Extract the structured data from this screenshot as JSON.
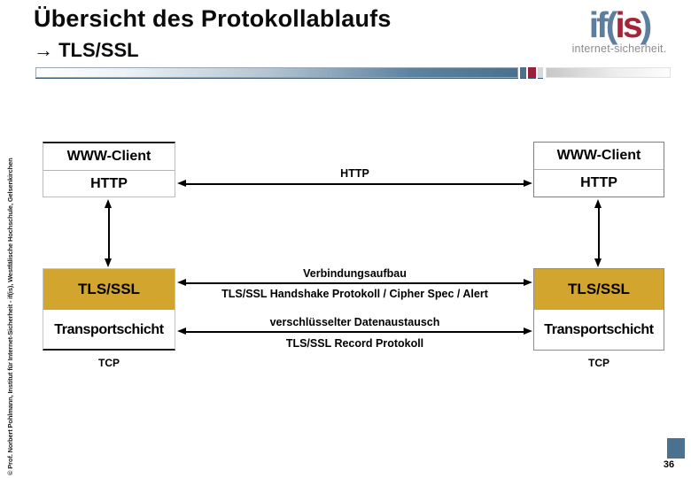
{
  "header": {
    "title_line1": "Übersicht des Protokollablaufs",
    "title_line2": "→ TLS/SSL"
  },
  "logo": {
    "text_if": "if(",
    "text_is": "is",
    "text_paren": ")",
    "subtitle": "internet-sicherheit."
  },
  "sidebar": {
    "copyright": "© Prof. Norbert Pohlmann, Institut für Internet-Sicherheit - if(is), Westfälische Hochschule, Gelsenkirchen"
  },
  "diagram": {
    "left_stack": {
      "app": "WWW-Client",
      "http": "HTTP",
      "tls": "TLS/SSL",
      "transport": "Transportschicht",
      "tcp": "TCP"
    },
    "right_stack": {
      "app": "WWW-Client",
      "http": "HTTP",
      "tls": "TLS/SSL",
      "transport": "Transportschicht",
      "tcp": "TCP"
    },
    "connections": {
      "http_label": "HTTP",
      "handshake_above": "Verbindungsaufbau",
      "handshake_below": "TLS/SSL Handshake Protokoll / Cipher Spec / Alert",
      "record_above": "verschlüsselter Datenaustausch",
      "record_below": "TLS/SSL Record Protokoll"
    }
  },
  "footer": {
    "page_number": "36"
  },
  "colors": {
    "accent_yellow": "#D2A52F",
    "steel_blue": "#4A7190",
    "dark_red": "#97203A",
    "logo_blue": "#5D7E9E",
    "logo_red": "#A32638",
    "logo_gray": "#8C8C8C"
  }
}
